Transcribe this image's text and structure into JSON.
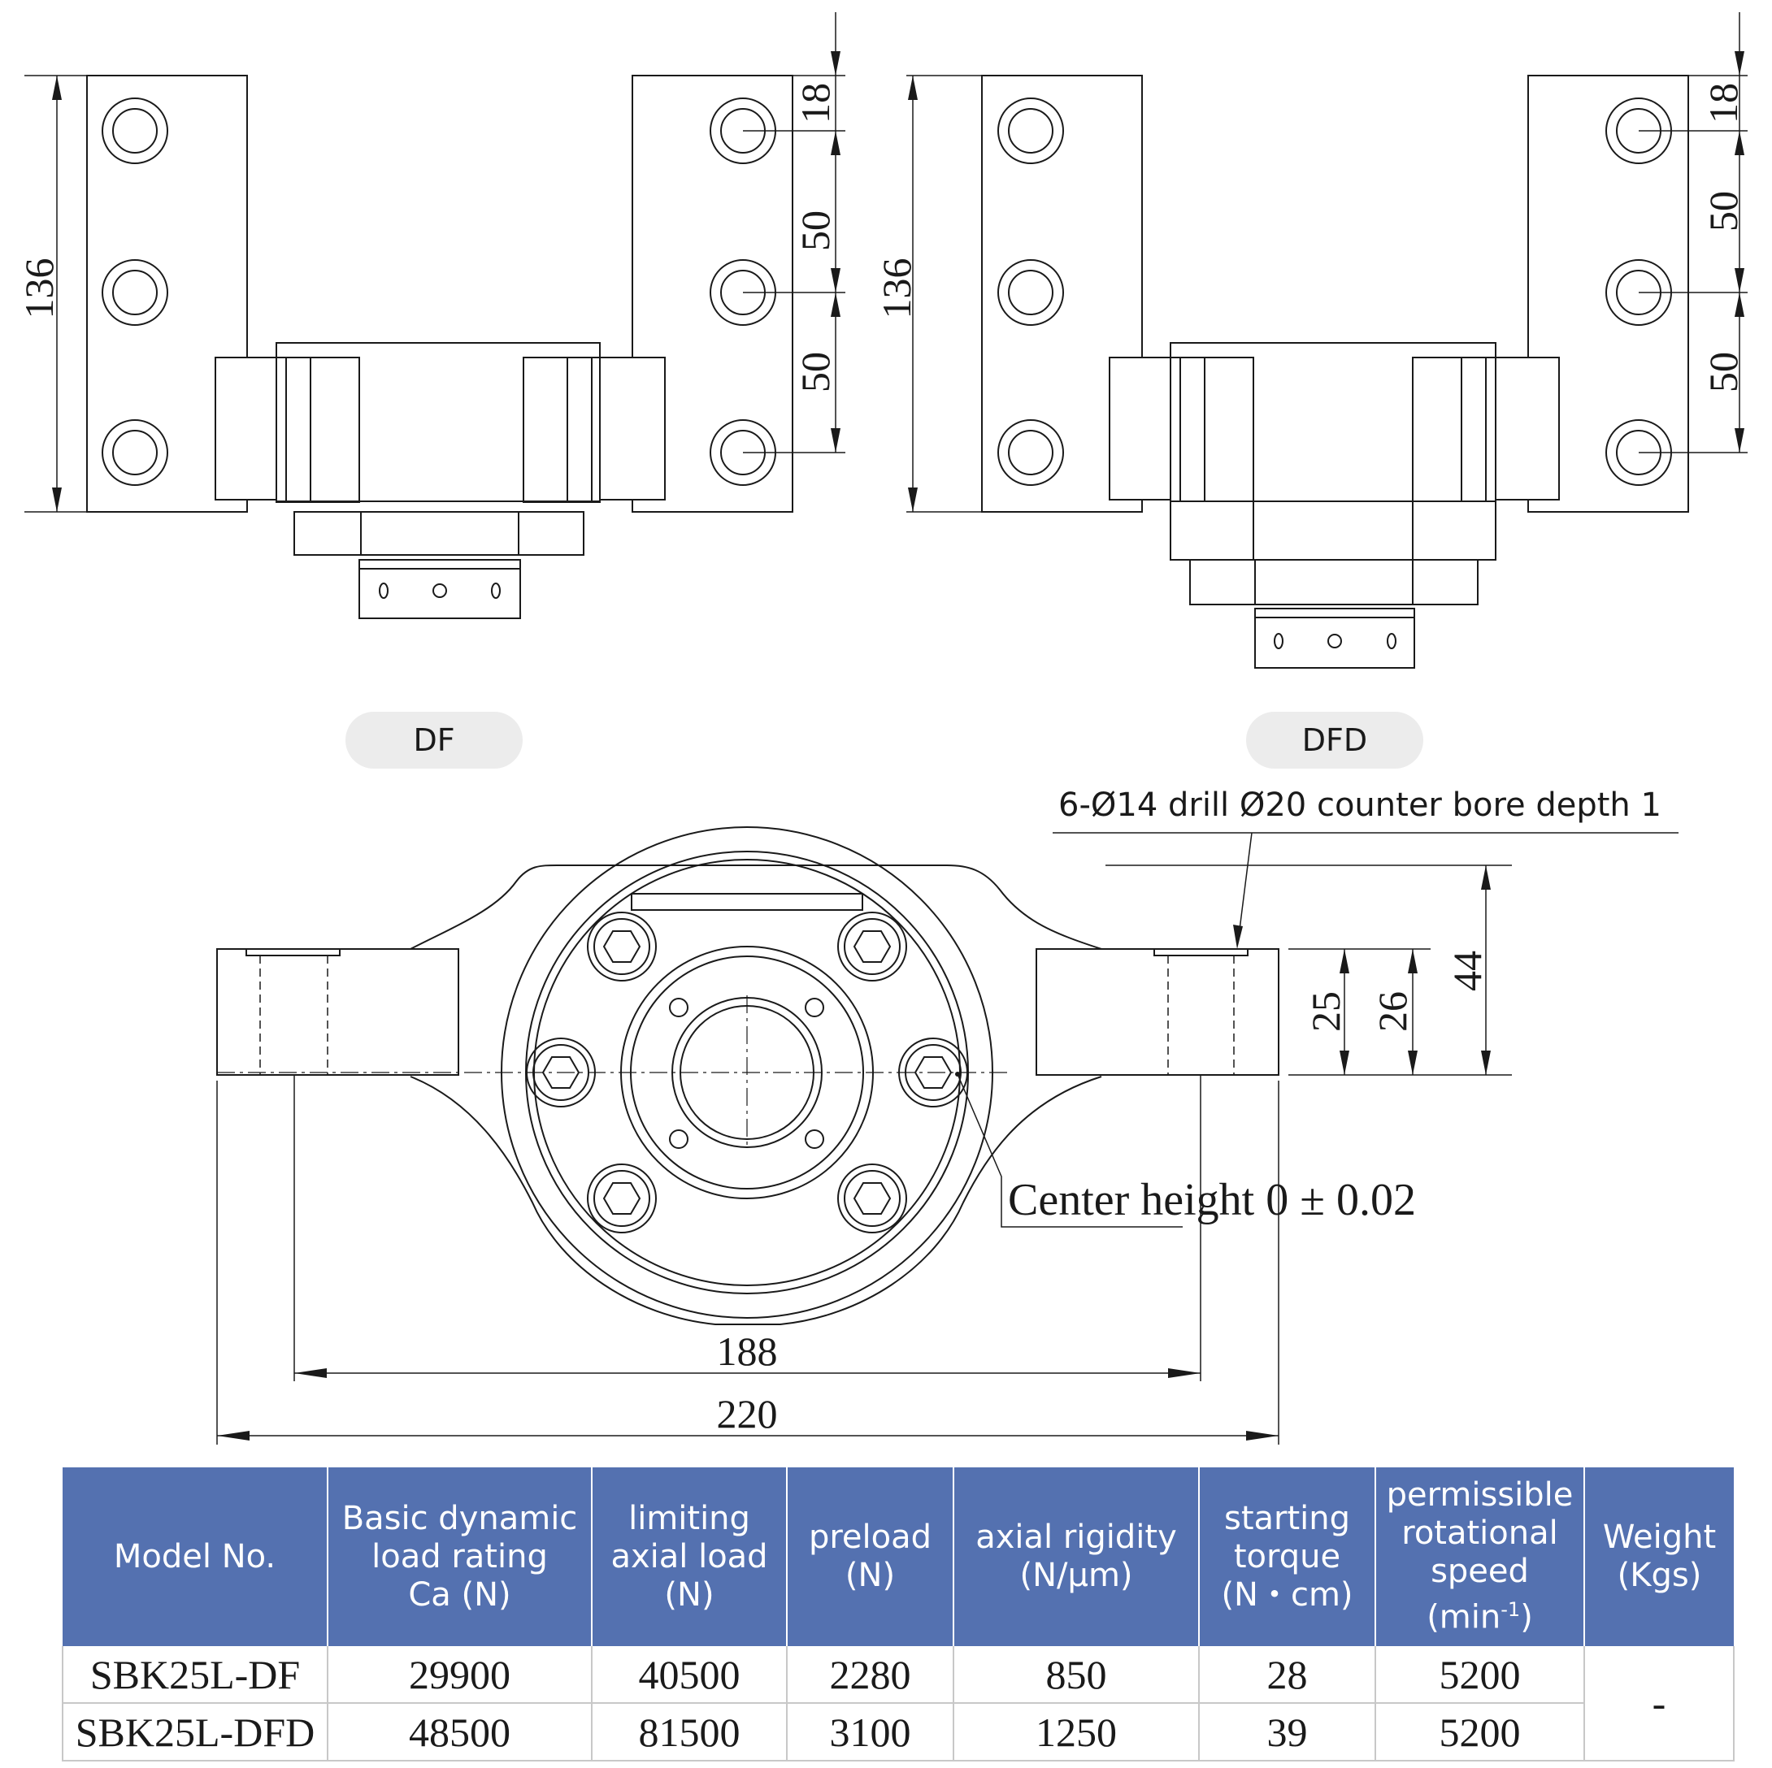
{
  "drawing": {
    "dims": {
      "df_height": "136",
      "df_top_offset": "18",
      "df_pitch_upper": "50",
      "df_pitch_lower": "50",
      "dfd_height": "136",
      "dfd_top_offset": "18",
      "dfd_pitch_upper": "50",
      "dfd_pitch_lower": "50",
      "base_height_a": "25",
      "base_height_b": "26",
      "total_height": "44",
      "hole_pitch_width": "188",
      "total_width": "220"
    },
    "labels": {
      "df": "DF",
      "dfd": "DFD",
      "hole_note": "6-Ø14 drill Ø20 counter bore depth 1",
      "center_height": "Center height 0 ± 0.02"
    }
  },
  "table": {
    "headers": [
      [
        "Model No."
      ],
      [
        "Basic dynamic",
        "load rating",
        "Ca (N)"
      ],
      [
        "limiting",
        "axial load",
        "(N)"
      ],
      [
        "preload",
        "(N)"
      ],
      [
        "axial rigidity",
        "(N/μm)"
      ],
      [
        "starting",
        "torque",
        "(N・cm)"
      ],
      [
        "permissible",
        "rotational",
        "speed",
        "(min",
        "-1",
        ")"
      ],
      [
        "Weight",
        "(Kgs)"
      ]
    ],
    "rows": [
      {
        "model": "SBK25L-DF",
        "ca": "29900",
        "axial_load": "40500",
        "preload": "2280",
        "rigidity": "850",
        "torque": "28",
        "speed": "5200"
      },
      {
        "model": "SBK25L-DFD",
        "ca": "48500",
        "axial_load": "81500",
        "preload": "3100",
        "rigidity": "1250",
        "torque": "39",
        "speed": "5200"
      }
    ],
    "weight": "-"
  }
}
